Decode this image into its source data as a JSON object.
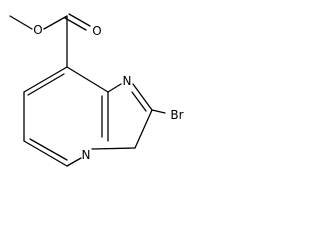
{
  "structure": {
    "atoms": {
      "O_ether": "O",
      "O_carbonyl": "O",
      "N_imine": "N",
      "N_bridge": "N",
      "Br": "Br"
    }
  },
  "colors": {
    "stroke": "#000000",
    "background": "#ffffff"
  }
}
